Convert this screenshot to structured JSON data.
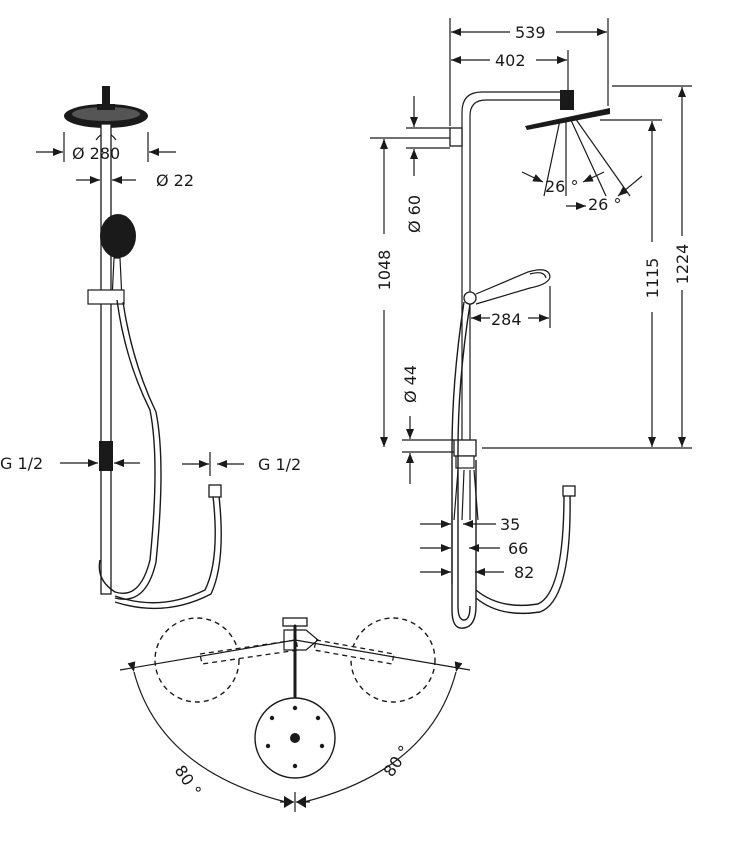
{
  "front_view": {
    "head_diameter": "Ø 280",
    "pipe_diameter": "Ø 22",
    "thread_left": "G 1/2",
    "thread_right": "G 1/2"
  },
  "side_view": {
    "width_total": "539",
    "width_arm": "402",
    "height_total": "1224",
    "height_head": "1115",
    "height_lower": "1048",
    "mount_diameter": "Ø 60",
    "valve_diameter": "Ø 44",
    "hand_shower_length": "284",
    "angle_1": "26 °",
    "angle_2": "26 °",
    "depth_1": "35",
    "depth_2": "66",
    "depth_3": "82"
  },
  "top_view": {
    "swivel_left": "80 °",
    "swivel_right": "80 °"
  }
}
